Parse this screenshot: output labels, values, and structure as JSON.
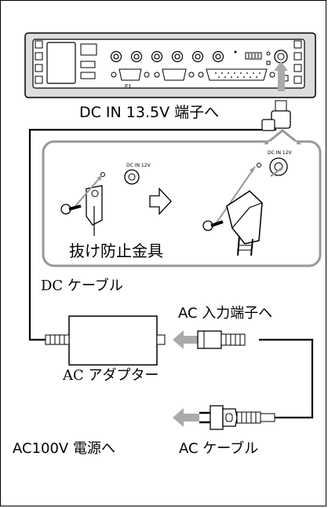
{
  "labels": {
    "dc_in_terminal": "DC IN 13.5V 端子へ",
    "mount_bracket": "抜け防止金具",
    "dc_cable": "DC ケーブル",
    "ac_input_terminal": "AC 入力端子へ",
    "ac_adapter": "AC アダプター",
    "ac_power_source": "AC100V 電源へ",
    "ac_cable": "AC ケーブル",
    "port_label_small": "E1",
    "dc_in_12v_left": "DC IN 12V",
    "dc_in_12v_right": "DC IN 12V"
  },
  "colors": {
    "line": "#000000",
    "arrow_fill": "#aaaaaa",
    "inset_border": "#999999",
    "device_fill": "#dddddd"
  },
  "icons": {
    "direction_arrow": "hollow-right-arrow",
    "plug_arrow": "gray-block-arrow"
  }
}
